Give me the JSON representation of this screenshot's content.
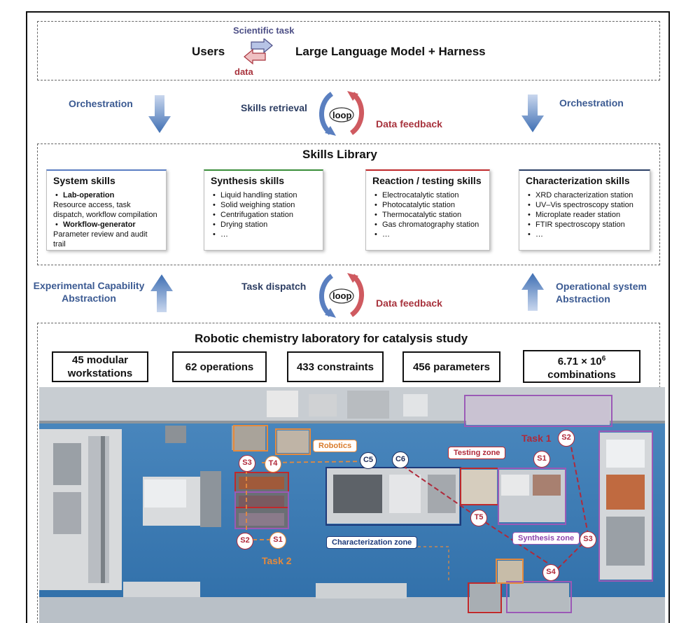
{
  "header": {
    "users": "Users",
    "llm": "Large Language Model + Harness",
    "scientific_task": "Scientific task",
    "data": "data"
  },
  "upper_flow": {
    "left": "Orchestration",
    "right": "Orchestration",
    "retrieval": "Skills retrieval",
    "loop": "loop",
    "feedback": "Data feedback"
  },
  "skills_library": {
    "title": "Skills Library",
    "system": {
      "title": "System skills",
      "lab_op": "Lab-operation",
      "lab_op_desc": "Resource access, task dispatch, workflow compilation",
      "wf_gen": "Workflow-generator",
      "wf_gen_desc": "Parameter review and audit trail"
    },
    "synthesis": {
      "title": "Synthesis skills",
      "items": [
        "Liquid handling station",
        "Solid weighing station",
        "Centrifugation station",
        "Drying station",
        "…"
      ]
    },
    "reaction": {
      "title": "Reaction / testing skills",
      "items": [
        "Electrocatalytic station",
        "Photocatalytic station",
        "Thermocatalytic station",
        "Gas chromatography station",
        "…"
      ]
    },
    "characterization": {
      "title": "Characterization skills",
      "items": [
        "XRD characterization station",
        "UV–Vis spectroscopy station",
        "Microplate reader station",
        "FTIR spectroscopy station",
        "…"
      ]
    }
  },
  "lower_flow": {
    "left_1": "Experimental Capability",
    "left_2": "Abstraction",
    "right_1": "Operational system",
    "right_2": "Abstraction",
    "dispatch": "Task dispatch",
    "loop": "loop",
    "feedback": "Data feedback"
  },
  "lab": {
    "title": "Robotic chemistry laboratory for catalysis study",
    "stats": {
      "workstations_1": "45 modular",
      "workstations_2": "workstations",
      "operations": "62 operations",
      "constraints": "433 constraints",
      "parameters": "456 parameters",
      "combos_base": "6.71 × 10",
      "combos_exp": "6",
      "combos_2": "combinations"
    },
    "labels": {
      "robotics": "Robotics",
      "testing_zone": "Testing zone",
      "characterization_zone": "Characterization zone",
      "synthesis_zone": "Synthesis zone",
      "task1": "Task 1",
      "task2": "Task 2"
    },
    "markers": {
      "s1a": "S1",
      "s2a": "S2",
      "s3a": "S3",
      "t4": "T4",
      "c5": "C5",
      "c6": "C6",
      "t5": "T5",
      "s2b": "S2",
      "s1b": "S1",
      "s3b": "S3",
      "s4": "S4"
    }
  },
  "colors": {
    "blue_text": "#3b5a92",
    "red_text": "#a8333d",
    "floor_blue": "#3f7fb3",
    "system_accent": "#5b7fc4",
    "synthesis_accent": "#3a8f3a",
    "reaction_accent": "#c0292b",
    "characterization_accent": "#2b3f66"
  }
}
